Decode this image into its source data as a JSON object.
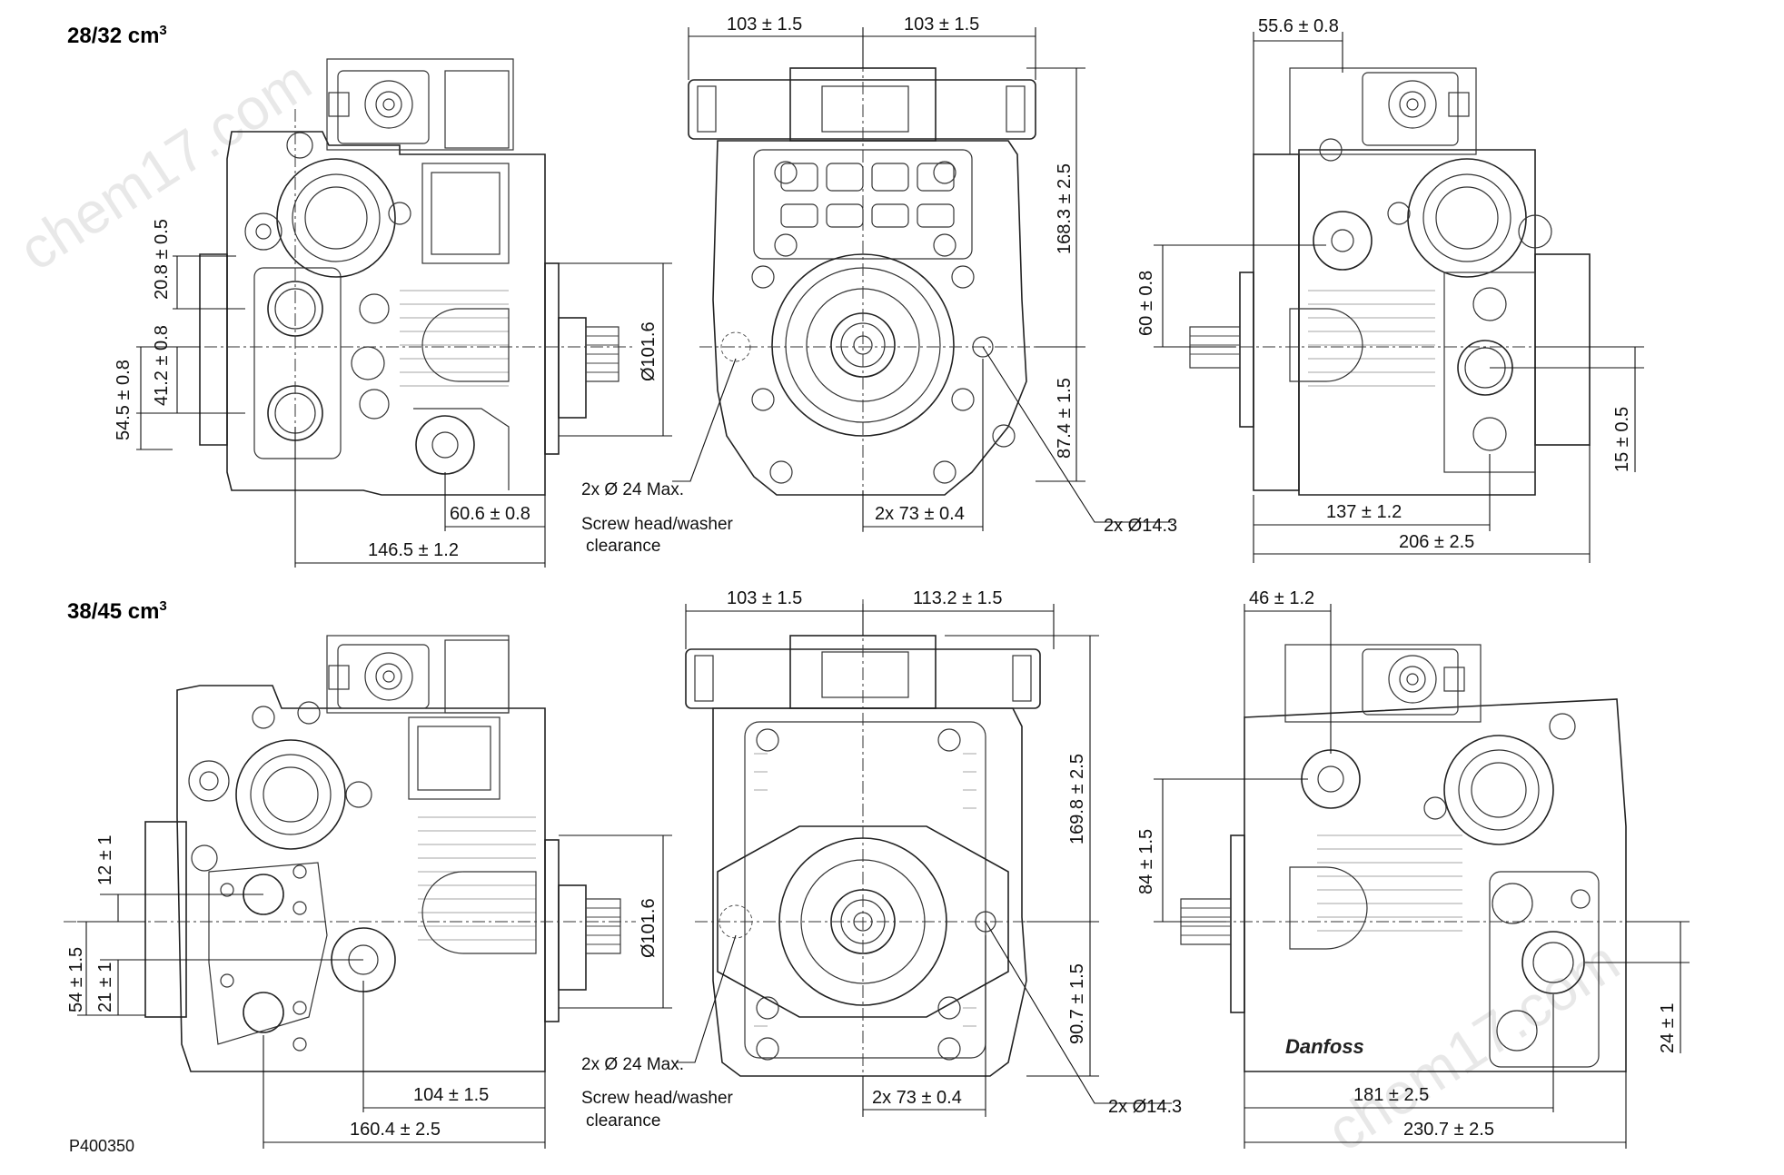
{
  "sections": {
    "top": {
      "title": "28/32 cm",
      "title_sup": "3"
    },
    "bottom": {
      "title": "38/45 cm",
      "title_sup": "3"
    }
  },
  "dimensions_top": {
    "d_103_a": "103 ± 1.5",
    "d_103_b": "103 ± 1.5",
    "d_55_6": "55.6 ± 0.8",
    "d_20_8": "20.8 ± 0.5",
    "d_54_5": "54.5 ± 0.8",
    "d_41_2": "41.2 ± 0.8",
    "d_dia_101_6": "Ø101.6",
    "d_60_6": "60.6 ± 0.8",
    "d_146_5": "146.5 ± 1.2",
    "d_168_3": "168.3 ± 2.5",
    "d_87_4": "87.4 ± 1.5",
    "d_2x73": "2x 73 ± 0.4",
    "d_2x14_3": "2x Ø14.3",
    "d_60": "60 ± 0.8",
    "d_15": "15 ± 0.5",
    "d_137": "137 ± 1.2",
    "d_206": "206 ± 2.5"
  },
  "dimensions_bottom": {
    "d_103": "103 ± 1.5",
    "d_113_2": "113.2 ± 1.5",
    "d_46": "46 ± 1.2",
    "d_12": "12 ± 1",
    "d_54": "54 ± 1.5",
    "d_21": "21 ± 1",
    "d_dia_101_6": "Ø101.6",
    "d_104": "104 ± 1.5",
    "d_160_4": "160.4 ± 2.5",
    "d_169_8": "169.8 ± 2.5",
    "d_90_7": "90.7 ± 1.5",
    "d_2x73": "2x 73 ± 0.4",
    "d_2x14_3": "2x Ø14.3",
    "d_84": "84 ± 1.5",
    "d_24": "24 ± 1",
    "d_181": "181 ± 2.5",
    "d_230_7": "230.7 ± 2.5"
  },
  "notes": {
    "screw_max_top": "2x Ø 24 Max.",
    "screw_clear_top_1": "Screw head/washer",
    "screw_clear_top_2": "clearance",
    "screw_max_bottom": "2x Ø 24 Max.",
    "screw_clear_bottom_1": "Screw head/washer",
    "screw_clear_bottom_2": "clearance"
  },
  "brand_mark": "Danfoss",
  "drawing_ref": "P400350",
  "watermarks": [
    "chem17.com",
    "chem17.com"
  ],
  "colors": {
    "line": "#222222",
    "background": "#ffffff",
    "watermark": "#bfbfbf"
  }
}
